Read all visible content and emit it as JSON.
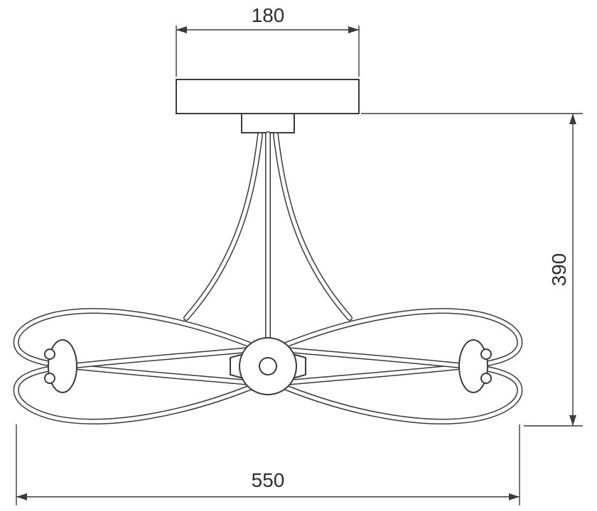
{
  "drawing": {
    "line_color": "#3a3a3a",
    "dimensions": {
      "top_width": "180",
      "height": "390",
      "overall_width": "550"
    }
  }
}
